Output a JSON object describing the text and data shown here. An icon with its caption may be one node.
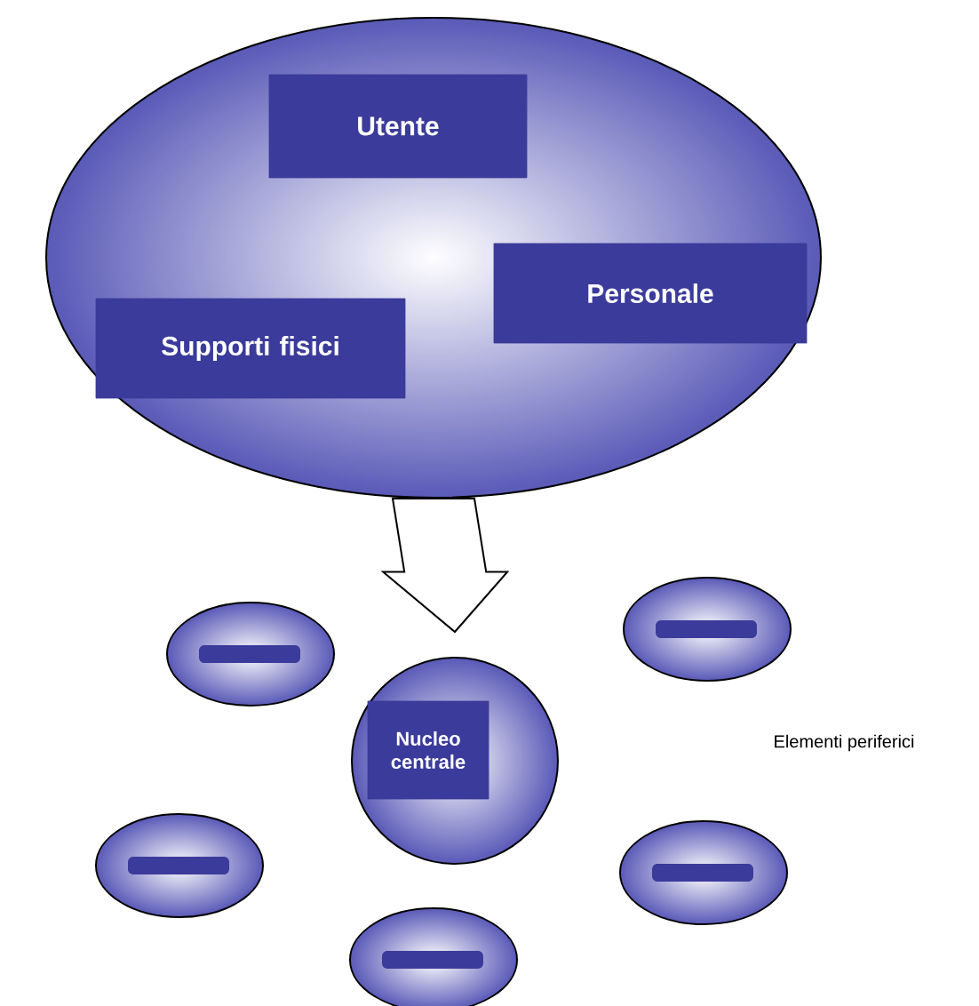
{
  "diagram": {
    "nodes": [
      {
        "text": [],
        "shape": "ellipse"
      },
      {
        "text": [
          "Utente"
        ],
        "in": 0
      },
      {
        "text": [
          "Personale"
        ],
        "in": 0
      },
      {
        "text": [
          "Supporti fisici"
        ],
        "in": 0
      },
      {
        "text": [],
        "shape": "circle"
      },
      {
        "text": [
          "Nucleo centrale"
        ],
        "in": 4
      },
      {
        "text": [],
        "shape": "ellipse"
      },
      {
        "text": [],
        "shape": "ellipse"
      },
      {
        "text": [],
        "shape": "ellipse"
      },
      {
        "text": [],
        "shape": "ellipse"
      },
      {
        "text": [],
        "shape": "ellipse"
      }
    ],
    "edges": [
      {
        "from": 0,
        "to": 4,
        "arrow": "to"
      }
    ],
    "labels": [
      "Elementi periferici"
    ]
  }
}
